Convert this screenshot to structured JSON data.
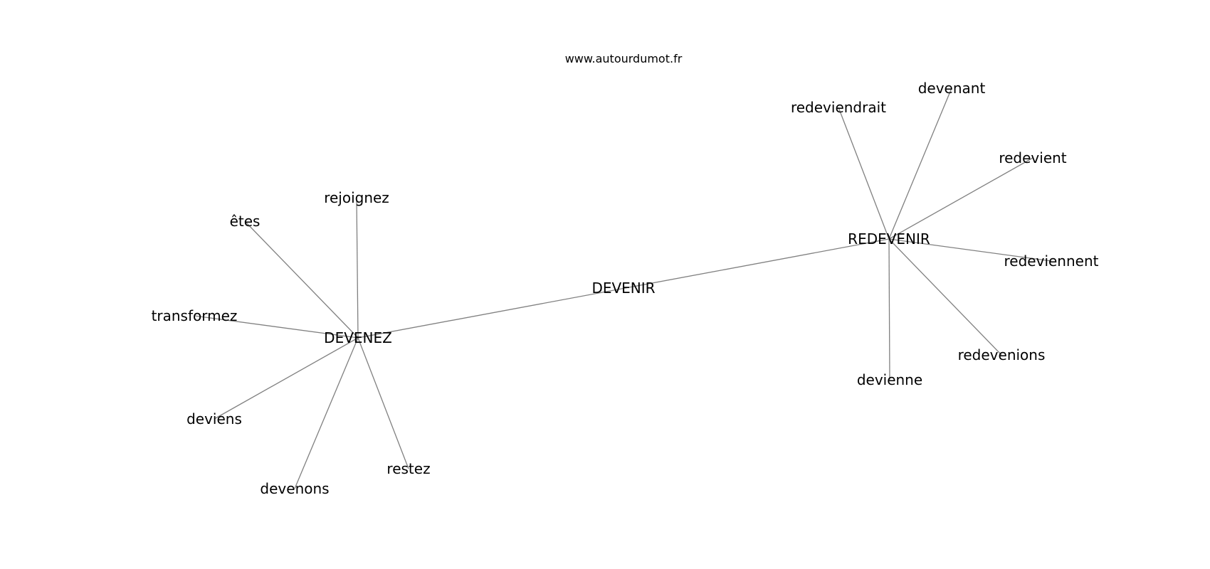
{
  "header": {
    "site": "www.autourdumot.fr"
  },
  "graph": {
    "edge_color": "#808080",
    "text_color": "#000000",
    "background": "#ffffff",
    "nodes": [
      {
        "id": "devenir",
        "label": "DEVENIR"
      },
      {
        "id": "devenez",
        "label": "DEVENEZ"
      },
      {
        "id": "redevenir",
        "label": "REDEVENIR"
      },
      {
        "id": "rejoignez",
        "label": "rejoignez"
      },
      {
        "id": "etes",
        "label": "êtes"
      },
      {
        "id": "transformez",
        "label": "transformez"
      },
      {
        "id": "deviens",
        "label": "deviens"
      },
      {
        "id": "devenons",
        "label": "devenons"
      },
      {
        "id": "restez",
        "label": "restez"
      },
      {
        "id": "redeviendrait",
        "label": "redeviendrait"
      },
      {
        "id": "devenant",
        "label": "devenant"
      },
      {
        "id": "redevient",
        "label": "redevient"
      },
      {
        "id": "redeviennent",
        "label": "redeviennent"
      },
      {
        "id": "redevenions",
        "label": "redevenions"
      },
      {
        "id": "devienne",
        "label": "devienne"
      }
    ],
    "edges": [
      [
        "devenez",
        "redevenir"
      ],
      [
        "devenez",
        "rejoignez"
      ],
      [
        "devenez",
        "etes"
      ],
      [
        "devenez",
        "transformez"
      ],
      [
        "devenez",
        "deviens"
      ],
      [
        "devenez",
        "devenons"
      ],
      [
        "devenez",
        "restez"
      ],
      [
        "redevenir",
        "redeviendrait"
      ],
      [
        "redevenir",
        "devenant"
      ],
      [
        "redevenir",
        "redevient"
      ],
      [
        "redevenir",
        "redeviennent"
      ],
      [
        "redevenir",
        "redevenions"
      ],
      [
        "redevenir",
        "devienne"
      ]
    ]
  }
}
